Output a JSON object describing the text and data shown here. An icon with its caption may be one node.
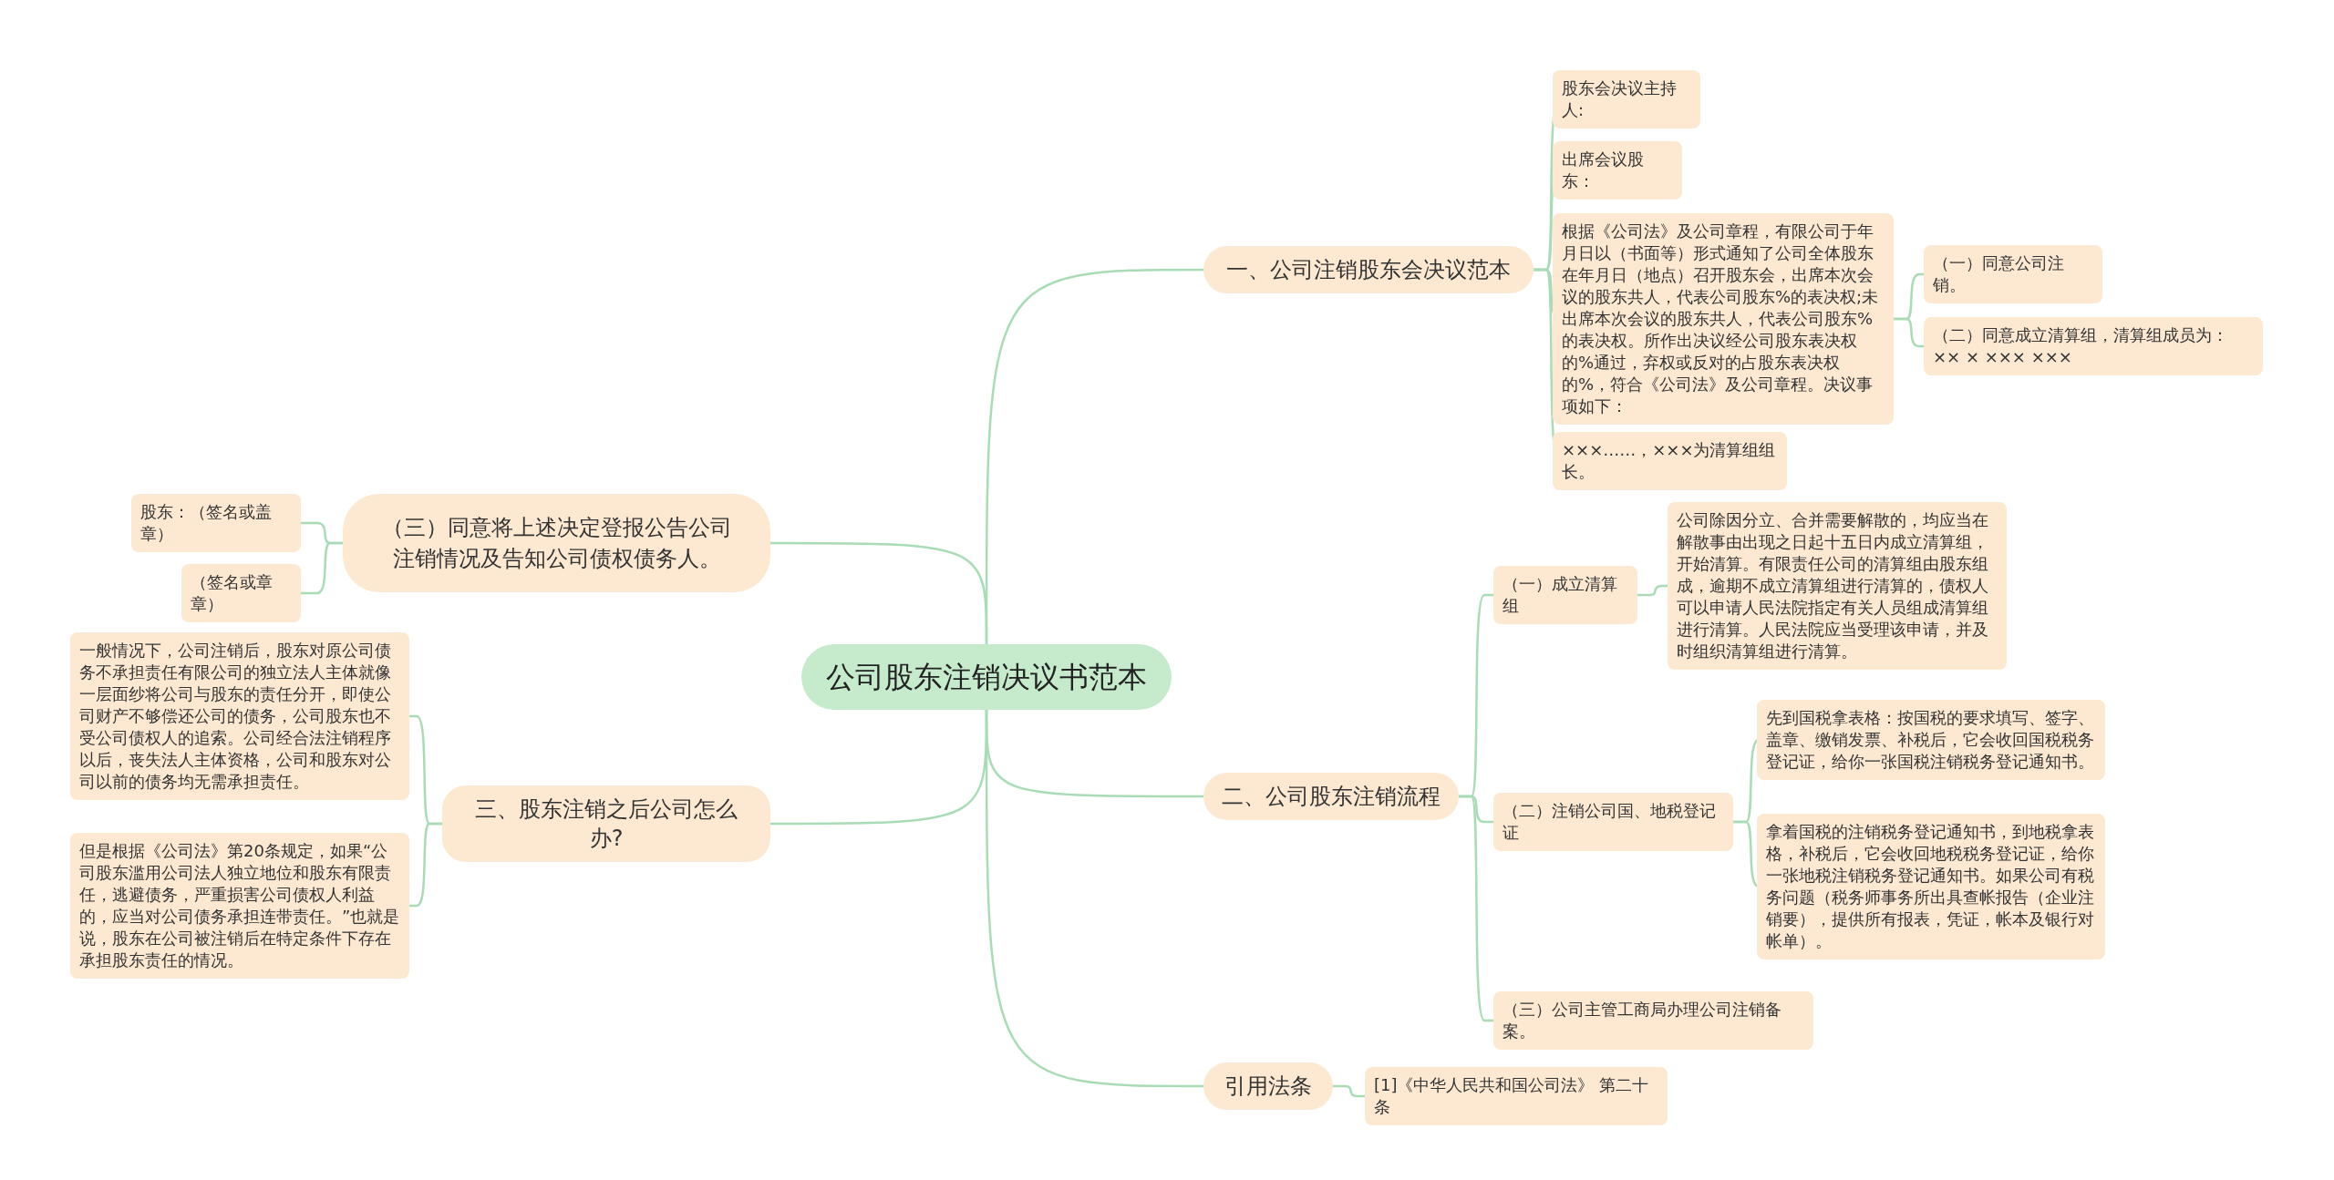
{
  "diagram": {
    "nodes": [
      {
        "text": [
          "公司股东注销决议书范本"
        ]
      },
      {
        "text": [
          "一、公司注销股东会决议范本"
        ]
      },
      {
        "text": [
          "股东会决议主持人:"
        ]
      },
      {
        "text": [
          "出席会议股东："
        ]
      },
      {
        "text": [
          "根据《公司法》及公司章程，有限公司于年月日以（书面等）形式通知了公司全体股东在年月日（地点）召开股东会，出席本次会议的股东共人，代表公司股东%的表决权;未出席本次会议的股东共人，代表公司股东%的表决权。所作出决议经公司股东表决权的%通过，弃权或反对的占股东表决权的%，符合《公司法》及公司章程。决议事项如下："
        ]
      },
      {
        "text": [
          "（一）同意公司注销。"
        ]
      },
      {
        "text": [
          "（二）同意成立清算组，清算组成员为：×× × ××× ×××"
        ]
      },
      {
        "text": [
          "×××……，×××为清算组组长。"
        ]
      },
      {
        "text": [
          "二、公司股东注销流程"
        ]
      },
      {
        "text": [
          "（一）成立清算组"
        ]
      },
      {
        "text": [
          "公司除因分立、合并需要解散的，均应当在解散事由出现之日起十五日内成立清算组，开始清算。有限责任公司的清算组由股东组成，逾期不成立清算组进行清算的，债权人可以申请人民法院指定有关人员组成清算组进行清算。人民法院应当受理该申请，并及时组织清算组进行清算。"
        ]
      },
      {
        "text": [
          "（二）注销公司国、地税登记证"
        ]
      },
      {
        "text": [
          "先到国税拿表格：按国税的要求填写、签字、盖章、缴销发票、补税后，它会收回国税税务登记证，给你一张国税注销税务登记通知书。"
        ]
      },
      {
        "text": [
          "拿着国税的注销税务登记通知书，到地税拿表格，补税后，它会收回地税税务登记证，给你一张地税注销税务登记通知书。如果公司有税务问题（税务师事务所出具查帐报告（企业注销要），提供所有报表，凭证，帐本及银行对帐单）。"
        ]
      },
      {
        "text": [
          "（三）公司主管工商局办理公司注销备案。"
        ]
      },
      {
        "text": [
          "引用法条"
        ]
      },
      {
        "text": [
          "[1]《中华人民共和国公司法》 第二十条"
        ]
      },
      {
        "text": [
          "（三）同意将上述决定登报公告公司注销情况及告知公司债权债务人。"
        ]
      },
      {
        "text": [
          "股东：（签名或盖章）"
        ]
      },
      {
        "text": [
          "（签名或章章）"
        ]
      },
      {
        "text": [
          "三、股东注销之后公司怎么办?"
        ]
      },
      {
        "text": [
          "一般情况下，公司注销后，股东对原公司债务不承担责任有限公司的独立法人主体就像一层面纱将公司与股东的责任分开，即使公司财产不够偿还公司的债务，公司股东也不受公司债权人的追索。公司经合法注销程序以后，丧失法人主体资格，公司和股东对公司以前的债务均无需承担责任。"
        ]
      },
      {
        "text": [
          "但是根据《公司法》第20条规定，如果“公司股东滥用公司法人独立地位和股东有限责任，逃避债务，严重损害公司债权人利益的，应当对公司债务承担连带责任。”也就是说，股东在公司被注销后在特定条件下存在承担股东责任的情况。"
        ]
      }
    ],
    "edges": [
      {
        "from": 0,
        "to": 1,
        "arrow": "none"
      },
      {
        "from": 1,
        "to": 2,
        "arrow": "none"
      },
      {
        "from": 1,
        "to": 3,
        "arrow": "none"
      },
      {
        "from": 1,
        "to": 4,
        "arrow": "none"
      },
      {
        "from": 4,
        "to": 5,
        "arrow": "none"
      },
      {
        "from": 4,
        "to": 6,
        "arrow": "none"
      },
      {
        "from": 1,
        "to": 7,
        "arrow": "none"
      },
      {
        "from": 0,
        "to": 8,
        "arrow": "none"
      },
      {
        "from": 8,
        "to": 9,
        "arrow": "none"
      },
      {
        "from": 9,
        "to": 10,
        "arrow": "none"
      },
      {
        "from": 8,
        "to": 11,
        "arrow": "none"
      },
      {
        "from": 11,
        "to": 12,
        "arrow": "none"
      },
      {
        "from": 11,
        "to": 13,
        "arrow": "none"
      },
      {
        "from": 8,
        "to": 14,
        "arrow": "none"
      },
      {
        "from": 0,
        "to": 15,
        "arrow": "none"
      },
      {
        "from": 15,
        "to": 16,
        "arrow": "none"
      },
      {
        "from": 0,
        "to": 17,
        "arrow": "none"
      },
      {
        "from": 17,
        "to": 18,
        "arrow": "none"
      },
      {
        "from": 17,
        "to": 19,
        "arrow": "none"
      },
      {
        "from": 0,
        "to": 20,
        "arrow": "none"
      },
      {
        "from": 20,
        "to": 21,
        "arrow": "none"
      },
      {
        "from": 20,
        "to": 22,
        "arrow": "none"
      }
    ]
  }
}
